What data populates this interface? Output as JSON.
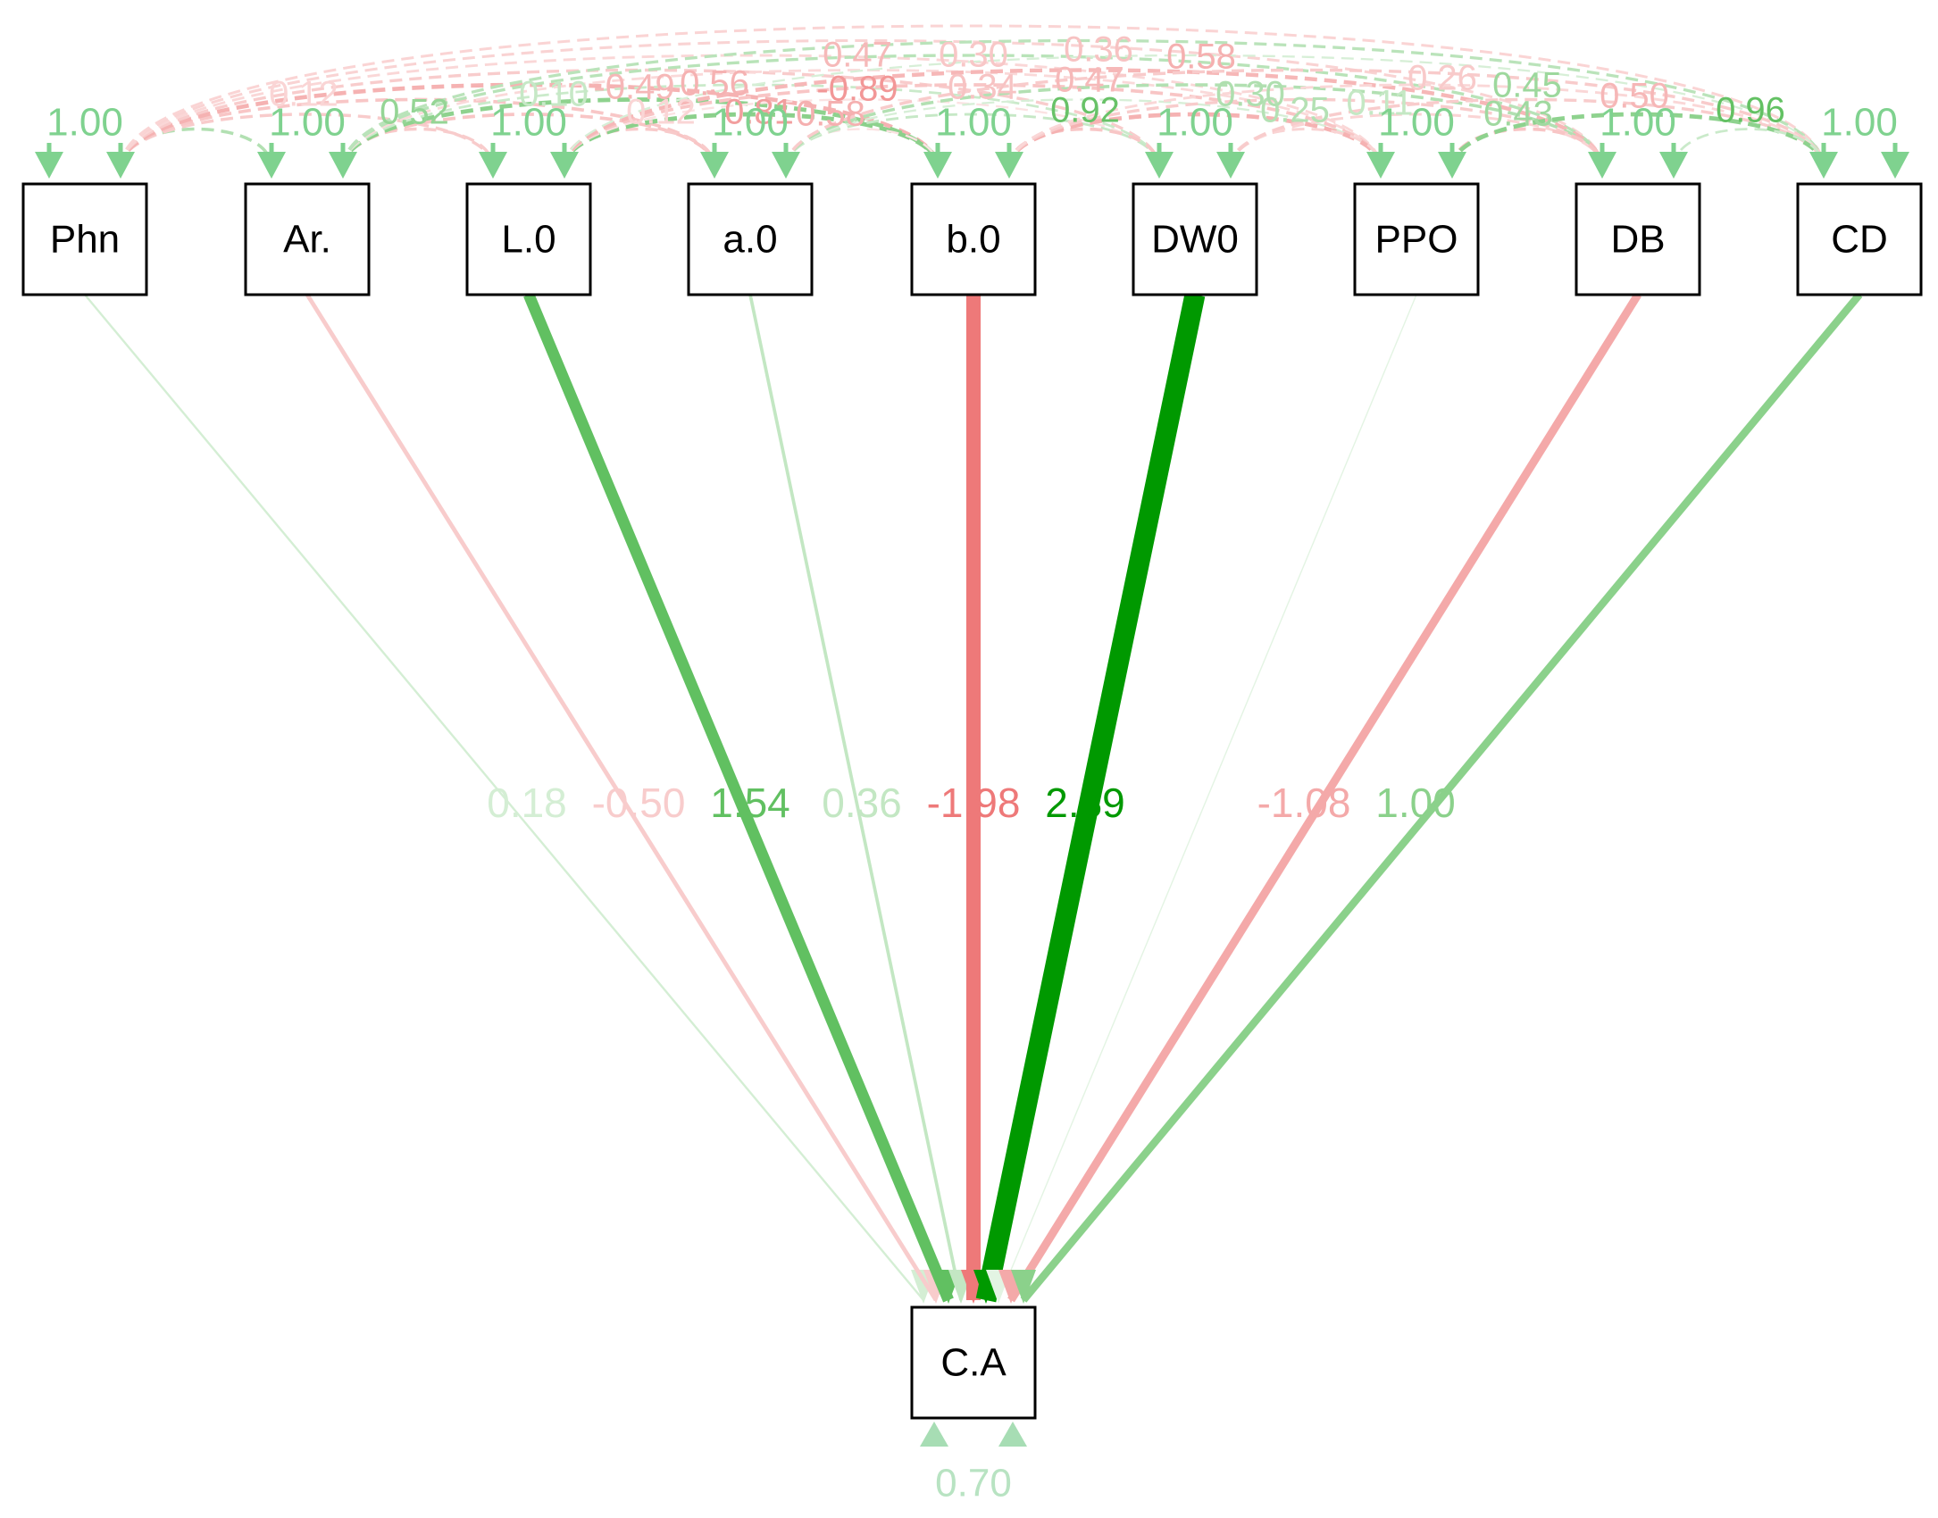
{
  "colors": {
    "positive": "#009900",
    "negative": "#e84c4c"
  },
  "nodes": [
    {
      "id": "Phn",
      "label": "Phn"
    },
    {
      "id": "Ar.",
      "label": "Ar."
    },
    {
      "id": "L.0",
      "label": "L.0"
    },
    {
      "id": "a.0",
      "label": "a.0"
    },
    {
      "id": "b.0",
      "label": "b.0"
    },
    {
      "id": "DW0",
      "label": "DW0"
    },
    {
      "id": "PPO",
      "label": "PPO"
    },
    {
      "id": "DB",
      "label": "DB"
    },
    {
      "id": "CD",
      "label": "CD"
    }
  ],
  "outcome": {
    "id": "C.A",
    "label": "C.A",
    "residual": "0.70"
  },
  "paths": [
    {
      "from": "Phn",
      "value": 0.18,
      "label": "0.18"
    },
    {
      "from": "Ar.",
      "value": -0.5,
      "label": "-0.50"
    },
    {
      "from": "L.0",
      "value": 1.54,
      "label": "1.54"
    },
    {
      "from": "a.0",
      "value": 0.36,
      "label": "0.36"
    },
    {
      "from": "b.0",
      "value": -1.98,
      "label": "-1.98"
    },
    {
      "from": "DW0",
      "value": 2.89,
      "label": "2.89"
    },
    {
      "from": "PPO",
      "value": 0.05,
      "label": ""
    },
    {
      "from": "DB",
      "value": -1.08,
      "label": "-1.08"
    },
    {
      "from": "CD",
      "value": 1.0,
      "label": "1.00"
    }
  ],
  "variances": [
    "1.00",
    "1.00",
    "1.00",
    "1.00",
    "1.00",
    "1.00",
    "1.00",
    "1.00",
    "1.00"
  ],
  "covariance_labels": [
    {
      "text": "0.52",
      "value": 0.52
    },
    {
      "text": "-0.49",
      "value": -0.49
    },
    {
      "text": "0.56",
      "value": -0.56
    },
    {
      "text": "-0.89",
      "value": -0.89
    },
    {
      "text": "0.47",
      "value": -0.47
    },
    {
      "text": "0.30",
      "value": -0.3
    },
    {
      "text": "0.36",
      "value": -0.36
    },
    {
      "text": "0.34",
      "value": -0.34
    },
    {
      "text": "0.47",
      "value": -0.47
    },
    {
      "text": "0.58",
      "value": -0.58
    },
    {
      "text": "0.92",
      "value": 0.92
    },
    {
      "text": "0.25",
      "value": 0.25
    },
    {
      "text": "0.26",
      "value": -0.26
    },
    {
      "text": "0.45",
      "value": 0.45
    },
    {
      "text": "0.43",
      "value": 0.43
    },
    {
      "text": "0.50",
      "value": -0.5
    },
    {
      "text": "0.96",
      "value": 0.96
    },
    {
      "text": "0.12",
      "value": -0.12
    },
    {
      "text": "0.58",
      "value": -0.58
    },
    {
      "text": "0.81",
      "value": -0.81
    },
    {
      "text": "0.10",
      "value": 0.1
    },
    {
      "text": "0.12",
      "value": -0.12
    },
    {
      "text": "0.30",
      "value": 0.3
    },
    {
      "text": "0.11",
      "value": 0.11
    }
  ]
}
